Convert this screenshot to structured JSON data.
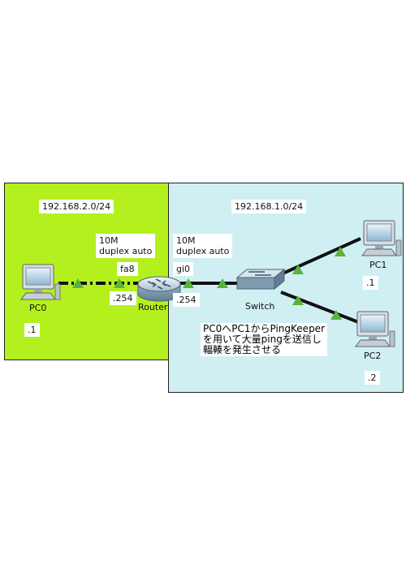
{
  "networks": {
    "left": {
      "subnet": "192.168.2.0/24",
      "color": "#b4f01e"
    },
    "right": {
      "subnet": "192.168.1.0/24",
      "color": "#cfeff3"
    }
  },
  "devices": {
    "pc0": {
      "name": "PC0",
      "host": ".1"
    },
    "pc1": {
      "name": "PC1",
      "host": ".1"
    },
    "pc2": {
      "name": "PC2",
      "host": ".2"
    },
    "router": {
      "name": "Router",
      "left_host": ".254",
      "right_host": ".254"
    },
    "switch": {
      "name": "Switch"
    }
  },
  "ports": {
    "fa8": {
      "name": "fa8",
      "speed": "10M",
      "duplex": "duplex auto"
    },
    "gi0": {
      "name": "gi0",
      "speed": "10M",
      "duplex": "duplex auto"
    }
  },
  "note": "PC0へPC1からPingKeeper\nを用いて大量pingを送信し\n輻輳を発生させる",
  "colors": {
    "link": "#111111",
    "link_indicator": "#5ab43c"
  }
}
